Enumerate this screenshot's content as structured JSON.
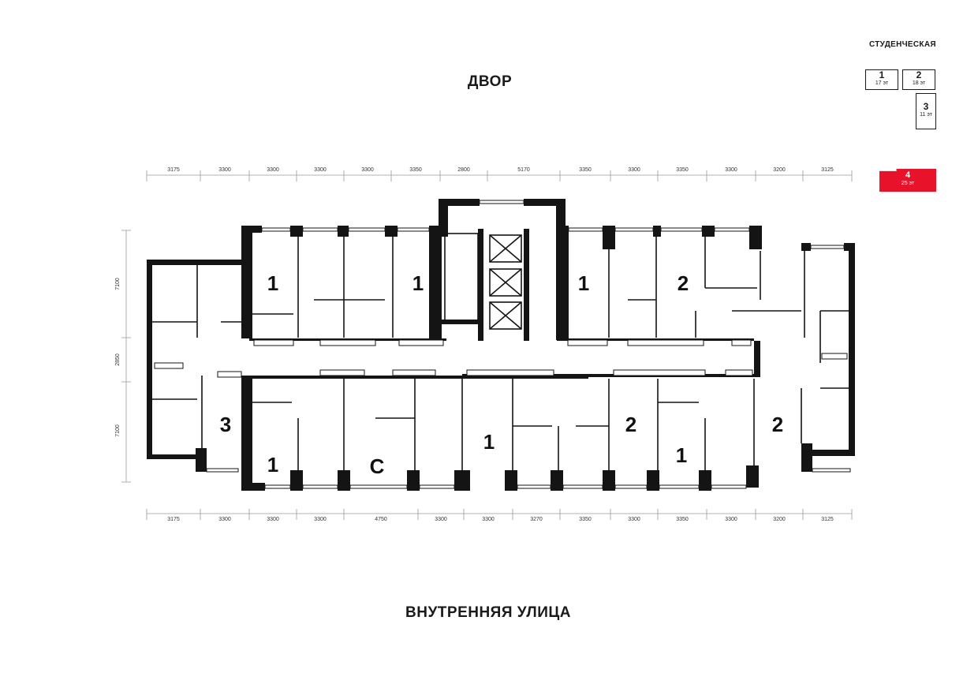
{
  "labels": {
    "top": "ДВОР",
    "bottom": "ВНУТРЕННЯЯ УЛИЦА"
  },
  "key_plan": {
    "street": "СТУДЕНЧЕСКАЯ",
    "sections": [
      {
        "number": "1",
        "floors": "17 эт"
      },
      {
        "number": "2",
        "floors": "18 эт"
      },
      {
        "number": "3",
        "floors": "11 эт"
      },
      {
        "number": "4",
        "floors": "25 эт"
      }
    ],
    "active_color": "#e8132b"
  },
  "dimensions": {
    "top": [
      "3175",
      "3300",
      "3300",
      "3300",
      "3300",
      "3350",
      "2800",
      "5170",
      "3350",
      "3300",
      "3350",
      "3300",
      "3200",
      "3125"
    ],
    "bottom": [
      "3175",
      "3300",
      "3300",
      "3300",
      "4750",
      "3300",
      "3300",
      "3270",
      "3350",
      "3300",
      "3350",
      "3300",
      "3200",
      "3125"
    ],
    "left": [
      "7100",
      "2850",
      "7100"
    ]
  },
  "rooms": [
    {
      "label": "1"
    },
    {
      "label": "1"
    },
    {
      "label": "1"
    },
    {
      "label": "2"
    },
    {
      "label": "3"
    },
    {
      "label": "1"
    },
    {
      "label": "C"
    },
    {
      "label": "1"
    },
    {
      "label": "2"
    },
    {
      "label": "1"
    },
    {
      "label": "2"
    }
  ]
}
